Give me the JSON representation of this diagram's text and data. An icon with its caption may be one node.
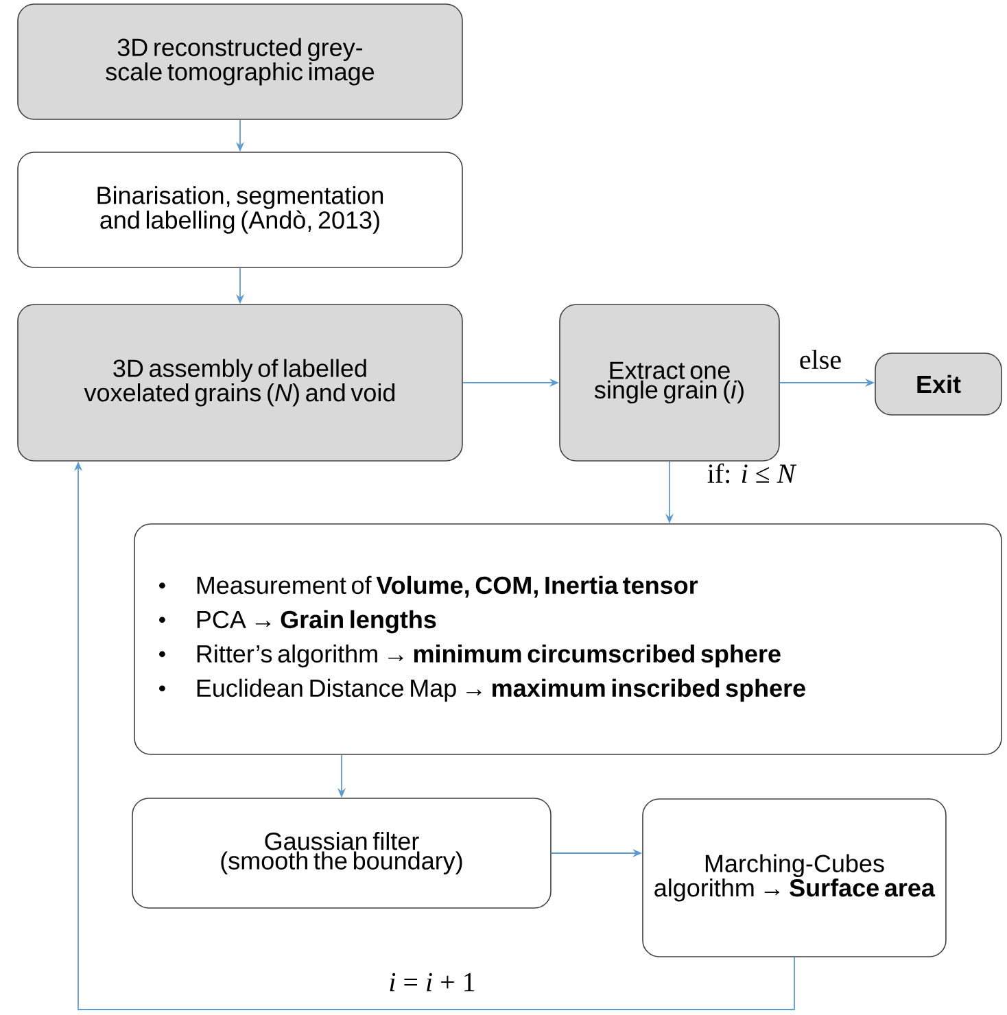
{
  "diagram": {
    "nodes": [
      {
        "text": [
          "3D reconstructed grey-scale tomographic image"
        ]
      },
      {
        "text": [
          "Binarisation, segmentation and labelling (Andò, 2013)"
        ]
      },
      {
        "text": [
          "3D assembly of labelled voxelated grains (*N*) and void"
        ]
      },
      {
        "text": [
          "Extract one single grain (*i*)"
        ]
      },
      {
        "text": [
          "Exit"
        ]
      },
      {
        "text": [
          "Measurement of **Volume, COM, Inertia tensor**",
          "PCA → **Grain lengths**",
          "Ritter’s algorithm → **minimum circumscribed sphere**",
          "Euclidean Distance Map → **maximum inscribed sphere**"
        ]
      },
      {
        "text": [
          "Gaussian filter (smooth the boundary)"
        ]
      },
      {
        "text": [
          "Marching-Cubes algorithm → **Surface area**"
        ]
      }
    ],
    "edges": [
      {
        "from": 0,
        "to": 1,
        "arrow": "to"
      },
      {
        "from": 1,
        "to": 2,
        "arrow": "to"
      },
      {
        "from": 2,
        "to": 3,
        "arrow": "to"
      },
      {
        "from": 3,
        "to": 4,
        "arrow": "to",
        "label": "else"
      },
      {
        "from": 3,
        "to": 5,
        "arrow": "to",
        "label": "if: *i* ≤ *N*"
      },
      {
        "from": 5,
        "to": 6,
        "arrow": "to"
      },
      {
        "from": 6,
        "to": 7,
        "arrow": "to"
      },
      {
        "from": 7,
        "to": 2,
        "arrow": "to",
        "label": "*i* = *i* + 1"
      }
    ]
  }
}
